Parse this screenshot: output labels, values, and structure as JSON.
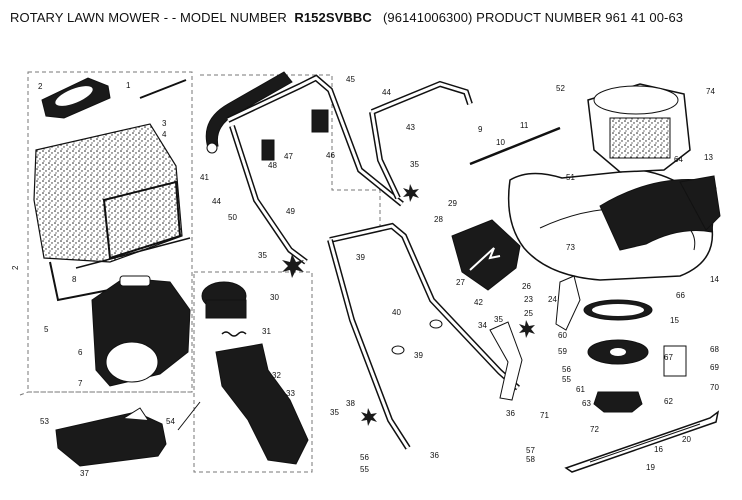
{
  "header": {
    "prefix": "ROTARY LAWN MOWER - - MODEL NUMBER",
    "model": "R152SVBBC",
    "suffix": "(96141006300) PRODUCT NUMBER 961 41 00-63"
  },
  "side_mark": "2",
  "colors": {
    "ink": "#111111",
    "dashed_box": "#777777",
    "part_fill": "#1a1a1a",
    "background": "#ffffff"
  },
  "callouts": [
    {
      "id": "c1",
      "text": "1"
    },
    {
      "id": "c2",
      "text": "2"
    },
    {
      "id": "c3",
      "text": "3"
    },
    {
      "id": "c4",
      "text": "4"
    },
    {
      "id": "c5",
      "text": "5"
    },
    {
      "id": "c6",
      "text": "6"
    },
    {
      "id": "c7",
      "text": "7"
    },
    {
      "id": "c8",
      "text": "8"
    },
    {
      "id": "c9",
      "text": "9"
    },
    {
      "id": "c10",
      "text": "10"
    },
    {
      "id": "c11",
      "text": "11"
    },
    {
      "id": "c13",
      "text": "13"
    },
    {
      "id": "c14",
      "text": "14"
    },
    {
      "id": "c15",
      "text": "15"
    },
    {
      "id": "c16",
      "text": "16"
    },
    {
      "id": "c19",
      "text": "19"
    },
    {
      "id": "c20",
      "text": "20"
    },
    {
      "id": "c23",
      "text": "23"
    },
    {
      "id": "c24",
      "text": "24"
    },
    {
      "id": "c25",
      "text": "25"
    },
    {
      "id": "c26",
      "text": "26"
    },
    {
      "id": "c27",
      "text": "27"
    },
    {
      "id": "c28",
      "text": "28"
    },
    {
      "id": "c29",
      "text": "29"
    },
    {
      "id": "c30",
      "text": "30"
    },
    {
      "id": "c31",
      "text": "31"
    },
    {
      "id": "c32",
      "text": "32"
    },
    {
      "id": "c33",
      "text": "33"
    },
    {
      "id": "c34",
      "text": "34"
    },
    {
      "id": "c35a",
      "text": "35"
    },
    {
      "id": "c35b",
      "text": "35"
    },
    {
      "id": "c35c",
      "text": "35"
    },
    {
      "id": "c35d",
      "text": "35"
    },
    {
      "id": "c36a",
      "text": "36"
    },
    {
      "id": "c36b",
      "text": "36"
    },
    {
      "id": "c37",
      "text": "37"
    },
    {
      "id": "c38",
      "text": "38"
    },
    {
      "id": "c39a",
      "text": "39"
    },
    {
      "id": "c39b",
      "text": "39"
    },
    {
      "id": "c40",
      "text": "40"
    },
    {
      "id": "c41",
      "text": "41"
    },
    {
      "id": "c42",
      "text": "42"
    },
    {
      "id": "c43",
      "text": "43"
    },
    {
      "id": "c44a",
      "text": "44"
    },
    {
      "id": "c44b",
      "text": "44"
    },
    {
      "id": "c45",
      "text": "45"
    },
    {
      "id": "c46",
      "text": "46"
    },
    {
      "id": "c47",
      "text": "47"
    },
    {
      "id": "c48",
      "text": "48"
    },
    {
      "id": "c49",
      "text": "49"
    },
    {
      "id": "c50",
      "text": "50"
    },
    {
      "id": "c51",
      "text": "51"
    },
    {
      "id": "c52",
      "text": "52"
    },
    {
      "id": "c53",
      "text": "53"
    },
    {
      "id": "c54",
      "text": "54"
    },
    {
      "id": "c55a",
      "text": "55"
    },
    {
      "id": "c55b",
      "text": "55"
    },
    {
      "id": "c56a",
      "text": "56"
    },
    {
      "id": "c56b",
      "text": "56"
    },
    {
      "id": "c57",
      "text": "57"
    },
    {
      "id": "c58",
      "text": "58"
    },
    {
      "id": "c59",
      "text": "59"
    },
    {
      "id": "c60",
      "text": "60"
    },
    {
      "id": "c61",
      "text": "61"
    },
    {
      "id": "c62",
      "text": "62"
    },
    {
      "id": "c63",
      "text": "63"
    },
    {
      "id": "c64",
      "text": "64"
    },
    {
      "id": "c66",
      "text": "66"
    },
    {
      "id": "c67",
      "text": "67"
    },
    {
      "id": "c68",
      "text": "68"
    },
    {
      "id": "c69",
      "text": "69"
    },
    {
      "id": "c70",
      "text": "70"
    },
    {
      "id": "c71",
      "text": "71"
    },
    {
      "id": "c72",
      "text": "72"
    },
    {
      "id": "c73",
      "text": "73"
    },
    {
      "id": "c74",
      "text": "74"
    }
  ]
}
